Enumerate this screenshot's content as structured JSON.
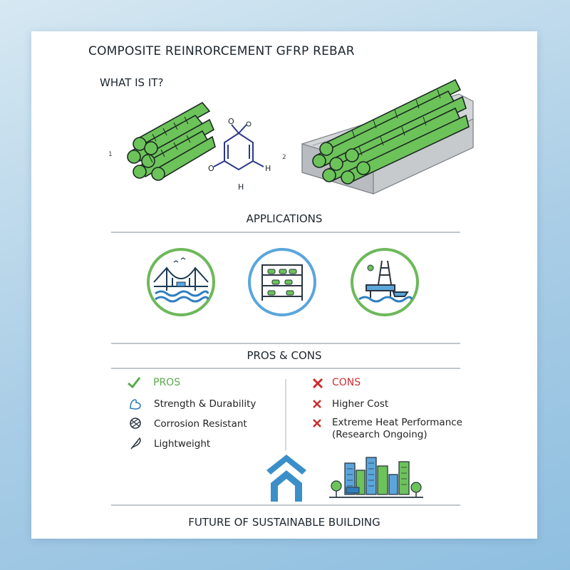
{
  "header": {
    "title": "COMPOSITE REINRORCEMENT GFRP REBAR",
    "subtitle": "WHAT IS IT?"
  },
  "figures": {
    "label_1": "1",
    "label_2": "2",
    "molecule_labels": {
      "o_top": "O",
      "o_left": "O",
      "h_right": "H",
      "h_bottom": "H"
    }
  },
  "applications": {
    "heading": "APPLICATIONS",
    "icons": [
      "bridge-icon",
      "parking-garage-icon",
      "offshore-platform-icon"
    ],
    "ring_colors": [
      "#6db85a",
      "#5aa6dc",
      "#6db85a"
    ]
  },
  "pros_cons": {
    "heading": "PROS & CONS",
    "pros": {
      "label": "PROS",
      "items": [
        "Strength & Durability",
        "Corrosion Resistant",
        "Lightweight"
      ]
    },
    "cons": {
      "label": "CONS",
      "items": [
        "Higher Cost",
        "Extreme Heat Performance",
        "(Research Ongoing)"
      ]
    }
  },
  "footer": {
    "title": "FUTURE OF SUSTAINABLE BUILDING"
  },
  "colors": {
    "accent_green": "#6cc35a",
    "accent_blue": "#3a8fc9",
    "cons_red": "#cc2f2f",
    "pros_green": "#5aaa4e"
  }
}
